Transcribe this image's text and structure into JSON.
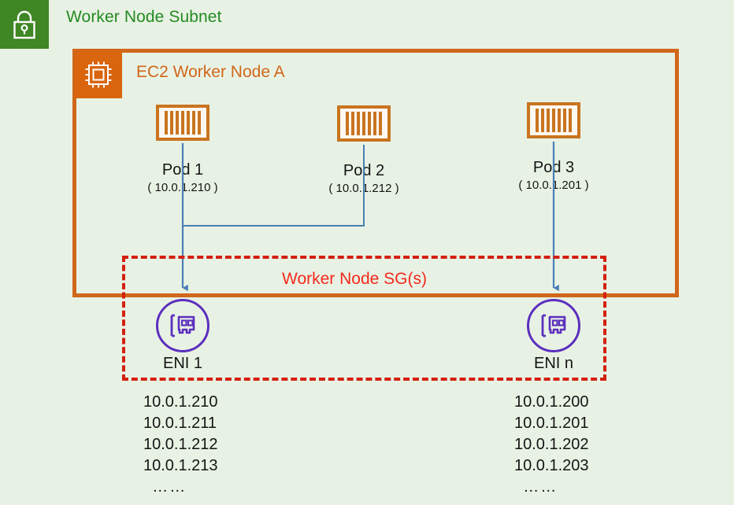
{
  "subnet": {
    "title": "Worker Node Subnet",
    "icon": "lock-icon",
    "tile_color": "#3f8624",
    "title_color": "#248a22"
  },
  "background_color": "#e8f2e4",
  "ec2_node": {
    "title": "EC2 Worker Node A",
    "icon": "chip-icon",
    "border_color": "#d0671b",
    "tile_color": "#d9650f",
    "title_color": "#d0671b"
  },
  "security_group": {
    "label": "Worker Node SG(s)",
    "border_color": "#d32010",
    "label_color": "#f4291c"
  },
  "pods": [
    {
      "name": "Pod 1",
      "ip": "( 10.0.1.210 )",
      "icon": "container-icon"
    },
    {
      "name": "Pod 2",
      "ip": "( 10.0.1.212 )",
      "icon": "container-icon"
    },
    {
      "name": "Pod 3",
      "ip": "( 10.0.1.201 )",
      "icon": "container-icon"
    }
  ],
  "enis": [
    {
      "name": "ENI 1",
      "icon": "network-interface-icon",
      "ips": [
        "10.0.1.210",
        "10.0.1.211",
        "10.0.1.212",
        "10.0.1.213"
      ],
      "more": "……"
    },
    {
      "name": "ENI n",
      "icon": "network-interface-icon",
      "ips": [
        "10.0.1.200",
        "10.0.1.201",
        "10.0.1.202",
        "10.0.1.203"
      ],
      "more": "……"
    }
  ],
  "connector_color": "#4a7fb5"
}
